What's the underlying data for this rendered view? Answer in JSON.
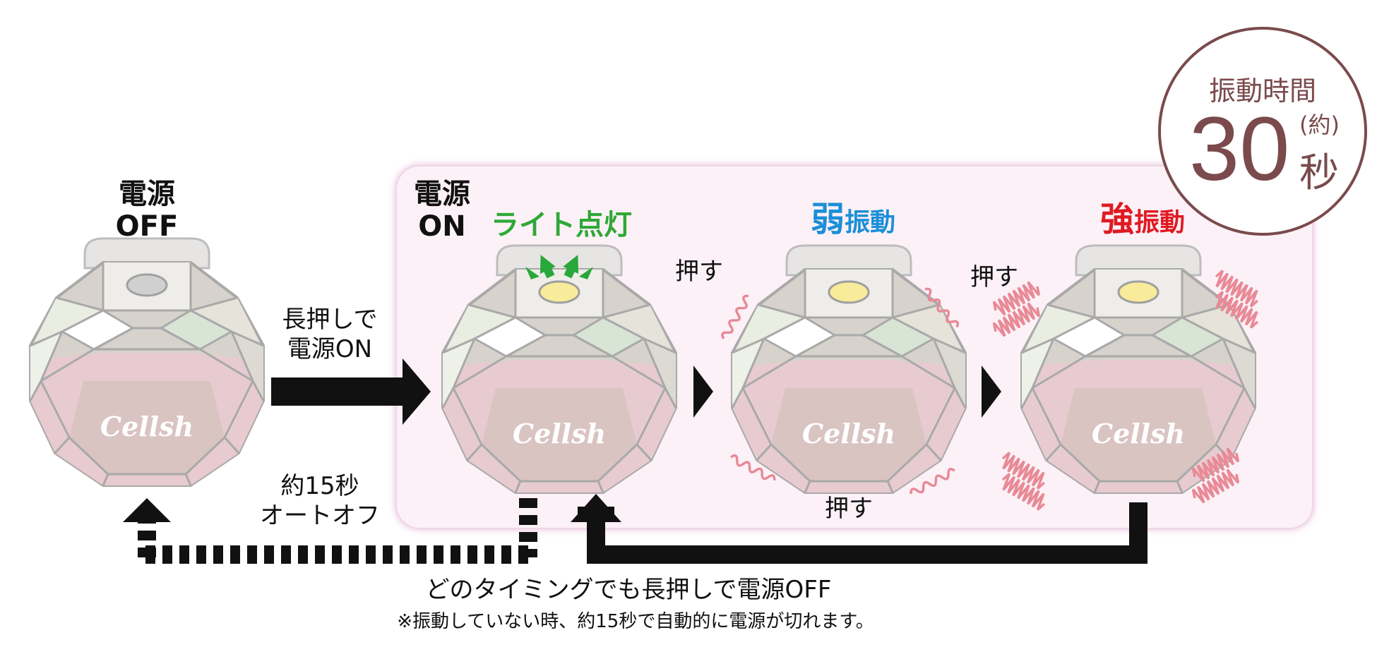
{
  "states": {
    "power_off": "電源\nOFF",
    "power_on": "電源\nON",
    "light_on": "ライト点灯",
    "weak_vibration": {
      "emphasis": "弱",
      "rest": "振動",
      "color": "#1a8fd8"
    },
    "strong_vibration": {
      "emphasis": "強",
      "rest": "振動",
      "color": "#e01a22"
    }
  },
  "transitions": {
    "long_press_on": "長押しで\n電源ON",
    "press_1": "押す",
    "press_2": "押す",
    "press_3": "押す",
    "auto_off": "約15秒\nオートオフ"
  },
  "footer": {
    "long_press_off": "どのタイミングでも長押しで電源OFF",
    "note": "※振動していない時、約15秒で自動的に電源が切れます。"
  },
  "badge": {
    "title": "振動時間",
    "value": "30",
    "approx": "(約)",
    "unit": "秒"
  },
  "device": {
    "brand": "Cellsh"
  },
  "colors": {
    "light_on": "#2ea836",
    "panel_bg": "#fcf1f7",
    "badge_border": "#7a4a4c",
    "wave": "#e88a96"
  }
}
